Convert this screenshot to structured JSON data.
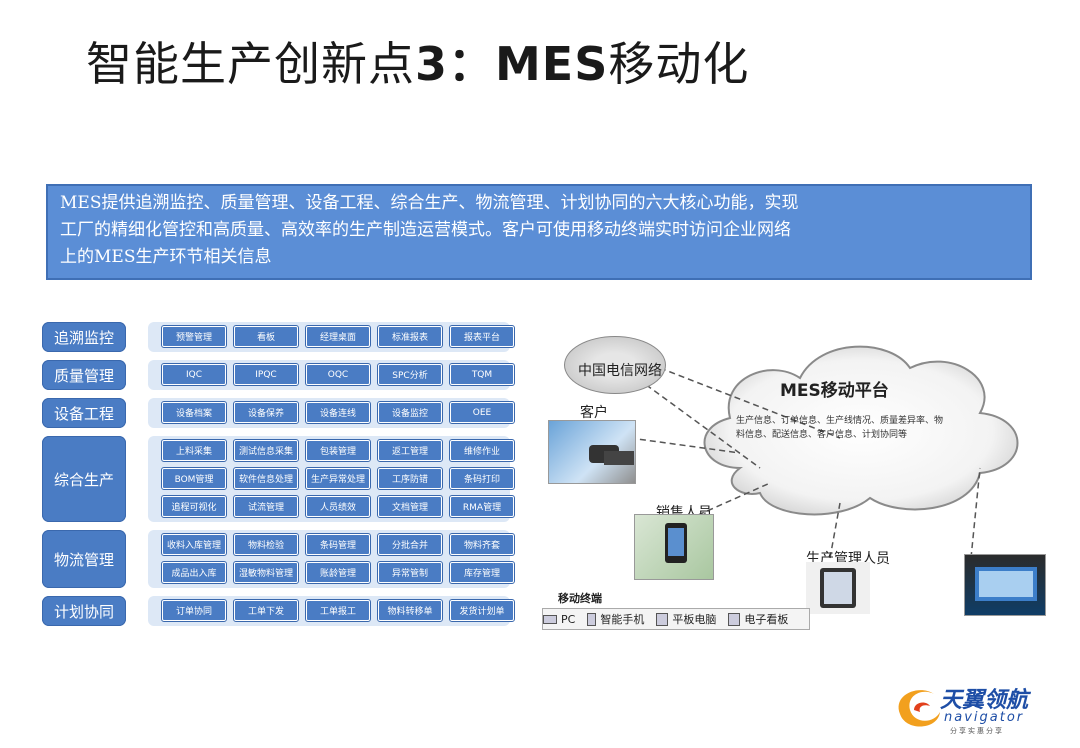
{
  "title": {
    "prefix": "智能生产创新点",
    "number": "3：MES",
    "suffix": "移动化"
  },
  "description": {
    "line1": "MES提供追溯监控、质量管理、设备工程、综合生产、物流管理、计划协同的六大核心功能，实现",
    "line2": "工厂的精细化管控和高质量、高效率的生产制造运营模式。客户可使用移动终端实时访问企业网络",
    "line3": "上的MES生产环节相关信息"
  },
  "categories": [
    {
      "label": "追溯监控",
      "modules": [
        [
          "预警管理",
          "看板",
          "经理桌面",
          "标准报表",
          "报表平台"
        ]
      ]
    },
    {
      "label": "质量管理",
      "modules": [
        [
          "IQC",
          "IPQC",
          "OQC",
          "SPC分析",
          "TQM"
        ]
      ]
    },
    {
      "label": "设备工程",
      "modules": [
        [
          "设备档案",
          "设备保养",
          "设备连线",
          "设备监控",
          "OEE"
        ]
      ]
    },
    {
      "label": "综合生产",
      "modules": [
        [
          "上料采集",
          "测试信息采集",
          "包装管理",
          "返工管理",
          "维修作业"
        ],
        [
          "BOM管理",
          "软件信息处理",
          "生产异常处理",
          "工序防错",
          "条码打印"
        ],
        [
          "追程可视化",
          "试流管理",
          "人员绩效",
          "文档管理",
          "RMA管理"
        ]
      ]
    },
    {
      "label": "物流管理",
      "modules": [
        [
          "收料入库管理",
          "物料检验",
          "条码管理",
          "分批合并",
          "物料齐套"
        ],
        [
          "成品出入库",
          "湿敏物料管理",
          "账龄管理",
          "异常管制",
          "库存管理"
        ]
      ]
    },
    {
      "label": "计划协同",
      "modules": [
        [
          "订单协同",
          "工单下发",
          "工单报工",
          "物料转移单",
          "发货计划单"
        ]
      ]
    }
  ],
  "diagram": {
    "network": "中国电信网络",
    "platform_title": "MES移动平台",
    "platform_text": "生产信息、订单信息、生产线情况、质量差异率、物料信息、配送信息、客户信息、计划协同等",
    "customer": "客户",
    "sales": "销售人员",
    "production": "生产管理人员",
    "mobile_terminal": "移动终端",
    "devices": [
      "PC",
      "智能手机",
      "平板电脑",
      "电子看板"
    ]
  },
  "logo": {
    "name": "天翼领航",
    "sub": "navigator",
    "tag": "分享实惠分享"
  }
}
